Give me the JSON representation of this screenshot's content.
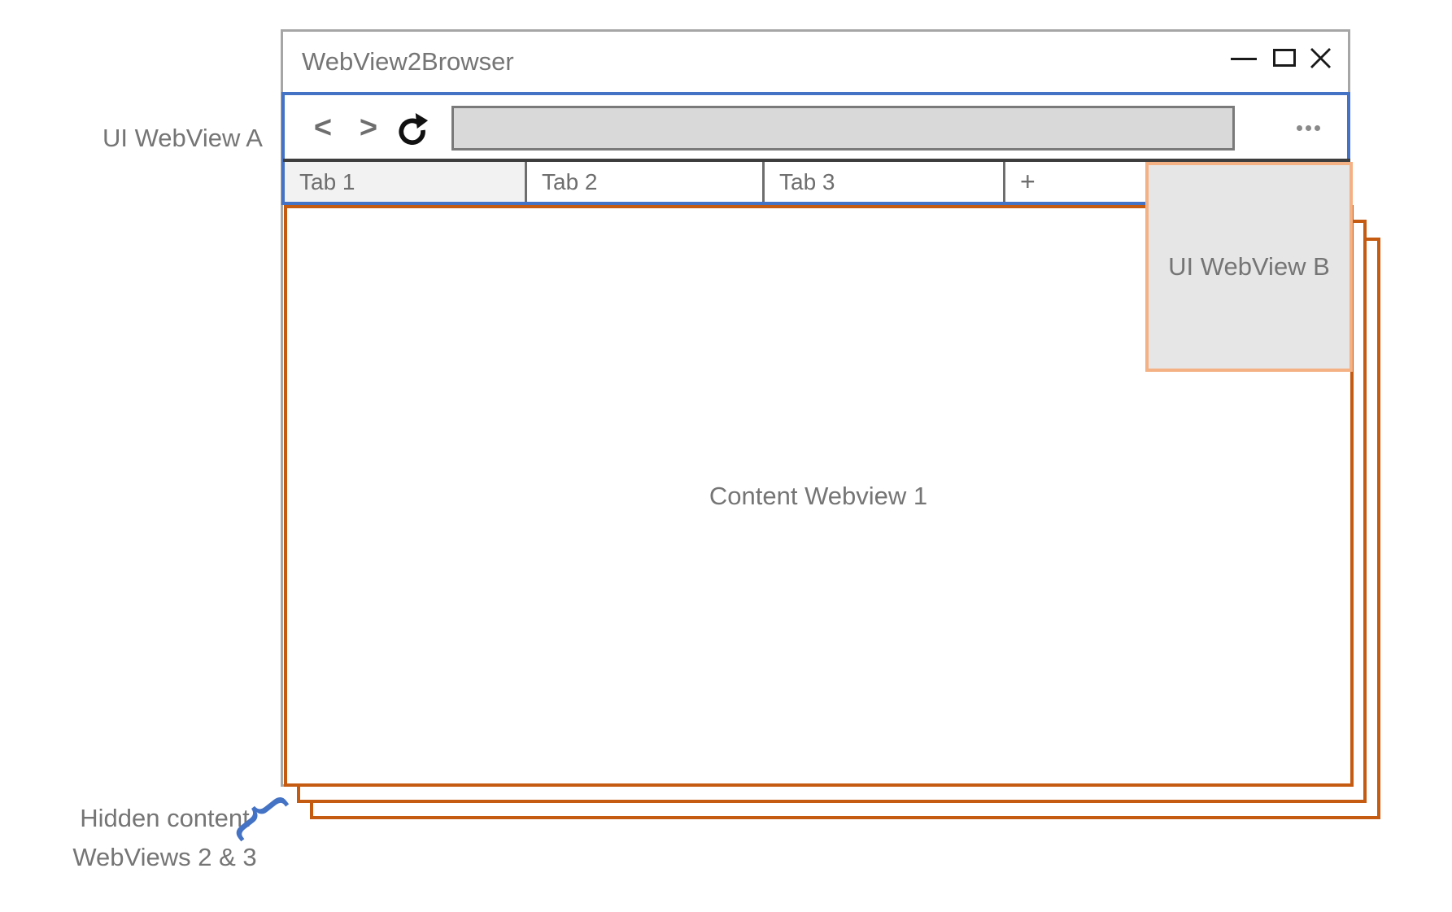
{
  "window": {
    "title": "WebView2Browser",
    "controls": {
      "minimize": "minimize",
      "maximize": "maximize",
      "close": "close"
    }
  },
  "toolbar": {
    "back": "<",
    "forward": ">",
    "reload": "reload-circular-arrow",
    "menu": "ellipsis-more-options",
    "address": {
      "value": "",
      "placeholder": ""
    }
  },
  "tabs": [
    {
      "label": "Tab 1",
      "active": true
    },
    {
      "label": "Tab 2",
      "active": false
    },
    {
      "label": "Tab 3",
      "active": false
    },
    {
      "label": "+",
      "active": false
    }
  ],
  "content": {
    "webview1": "Content Webview 1"
  },
  "overlay": {
    "webview_b": "UI WebView B"
  },
  "annotations": {
    "webview_a": "UI WebView A",
    "hidden_line1": "Hidden content",
    "hidden_line2": "WebViews 2 & 3",
    "brace": "{"
  },
  "colors": {
    "accent_blue": "#4472c4",
    "accent_orange": "#c55a11",
    "accent_peach": "#f4b183",
    "window_border": "#a6a6a6",
    "text_gray": "#757575",
    "address_fill": "#d9d9d9",
    "overlay_fill": "#e7e6e6",
    "active_tab_fill": "#f2f2f2"
  }
}
